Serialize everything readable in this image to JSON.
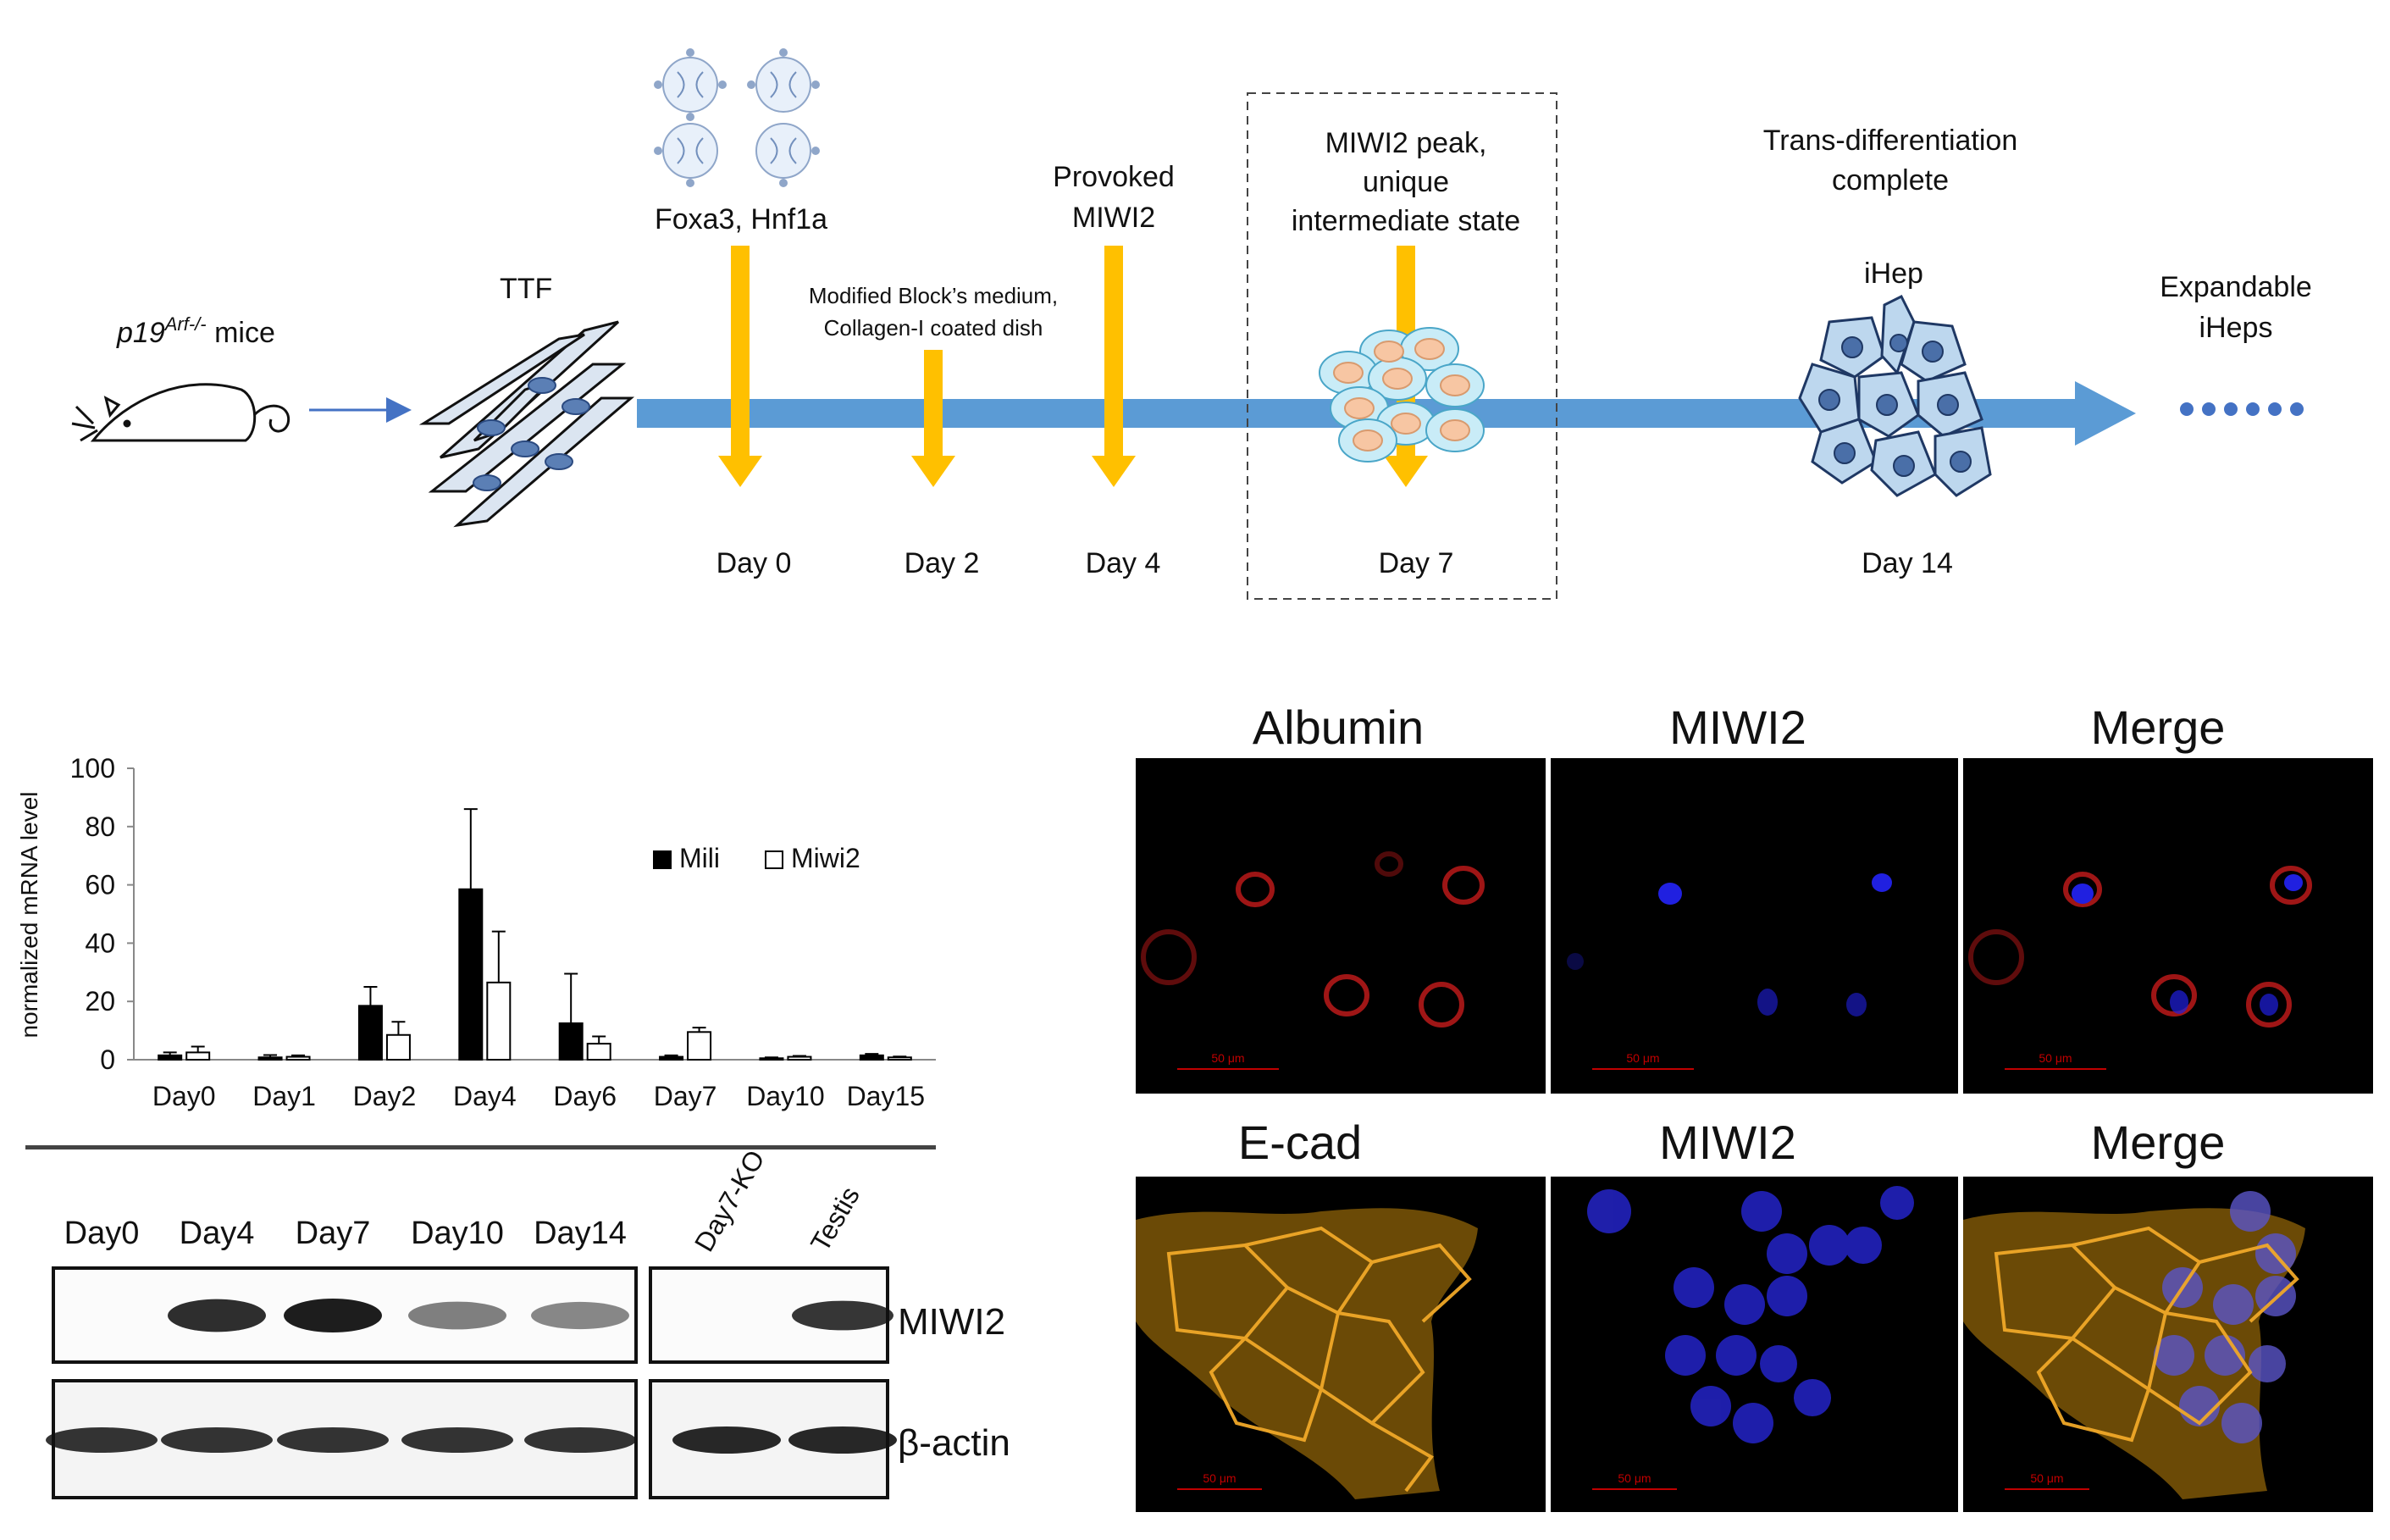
{
  "timeline": {
    "mouse_label": "p19",
    "mouse_sup": "Arf-/-",
    "mouse_suffix": " mice",
    "ttf_label": "TTF",
    "factors_label": "Foxa3, Hnf1a",
    "medium_line1": "Modified Block’s medium,",
    "medium_line2": "Collagen-I coated dish",
    "provoked_line1": "Provoked",
    "provoked_line2": "MIWI2",
    "peak_line1": "MIWI2 peak,",
    "peak_line2": "unique",
    "peak_line3": "intermediate state",
    "complete_line1": "Trans-differentiation",
    "complete_line2": "complete",
    "ihep_label": "iHep",
    "expand_line1": "Expandable",
    "expand_line2": "iHeps",
    "days": [
      "Day 0",
      "Day 2",
      "Day 4",
      "Day 7",
      "Day 14"
    ],
    "colors": {
      "arrow": "#5b9bd5",
      "marker": "#ffc000",
      "cell_blue": "#a9c8e8",
      "cell_nucleus": "#f7c6a3"
    }
  },
  "chart_data": {
    "type": "bar",
    "ylabel": "normalized mRNA level",
    "ylim": [
      0,
      100
    ],
    "yticks": [
      "0",
      "20",
      "40",
      "60",
      "80",
      "100"
    ],
    "categories": [
      "Day0",
      "Day1",
      "Day2",
      "Day4",
      "Day6",
      "Day7",
      "Day10",
      "Day15"
    ],
    "series": [
      {
        "name": "Mili",
        "color": "#000000",
        "values": [
          1.5,
          0.8,
          18.5,
          58.5,
          12.5,
          1,
          0.5,
          1.5
        ],
        "errors": [
          1,
          0.8,
          6.5,
          27.5,
          17,
          0.5,
          0.3,
          0.5
        ]
      },
      {
        "name": "Miwi2",
        "color": "#ffffff",
        "values": [
          2.5,
          1,
          8.5,
          26.5,
          5.5,
          9.5,
          1,
          0.8
        ],
        "errors": [
          2,
          0.5,
          4.5,
          17.5,
          2.5,
          1.5,
          0.3,
          0.3
        ]
      }
    ],
    "legend": "top-right"
  },
  "western": {
    "lanes_left": [
      "Day0",
      "Day4",
      "Day7",
      "Day10",
      "Day14"
    ],
    "lanes_right": [
      "Day7-KO",
      "Testis"
    ],
    "miwi2_label": "MIWI2",
    "actin_label": "β-actin",
    "miwi2_intensity_left": [
      0,
      0.9,
      1.0,
      0.4,
      0.35
    ],
    "miwi2_intensity_right": [
      0,
      0.85
    ]
  },
  "micro": {
    "row1": [
      "Albumin",
      "MIWI2",
      "Merge"
    ],
    "row2": [
      "E-cad",
      "MIWI2",
      "Merge"
    ],
    "scale_label": "50 μm"
  }
}
